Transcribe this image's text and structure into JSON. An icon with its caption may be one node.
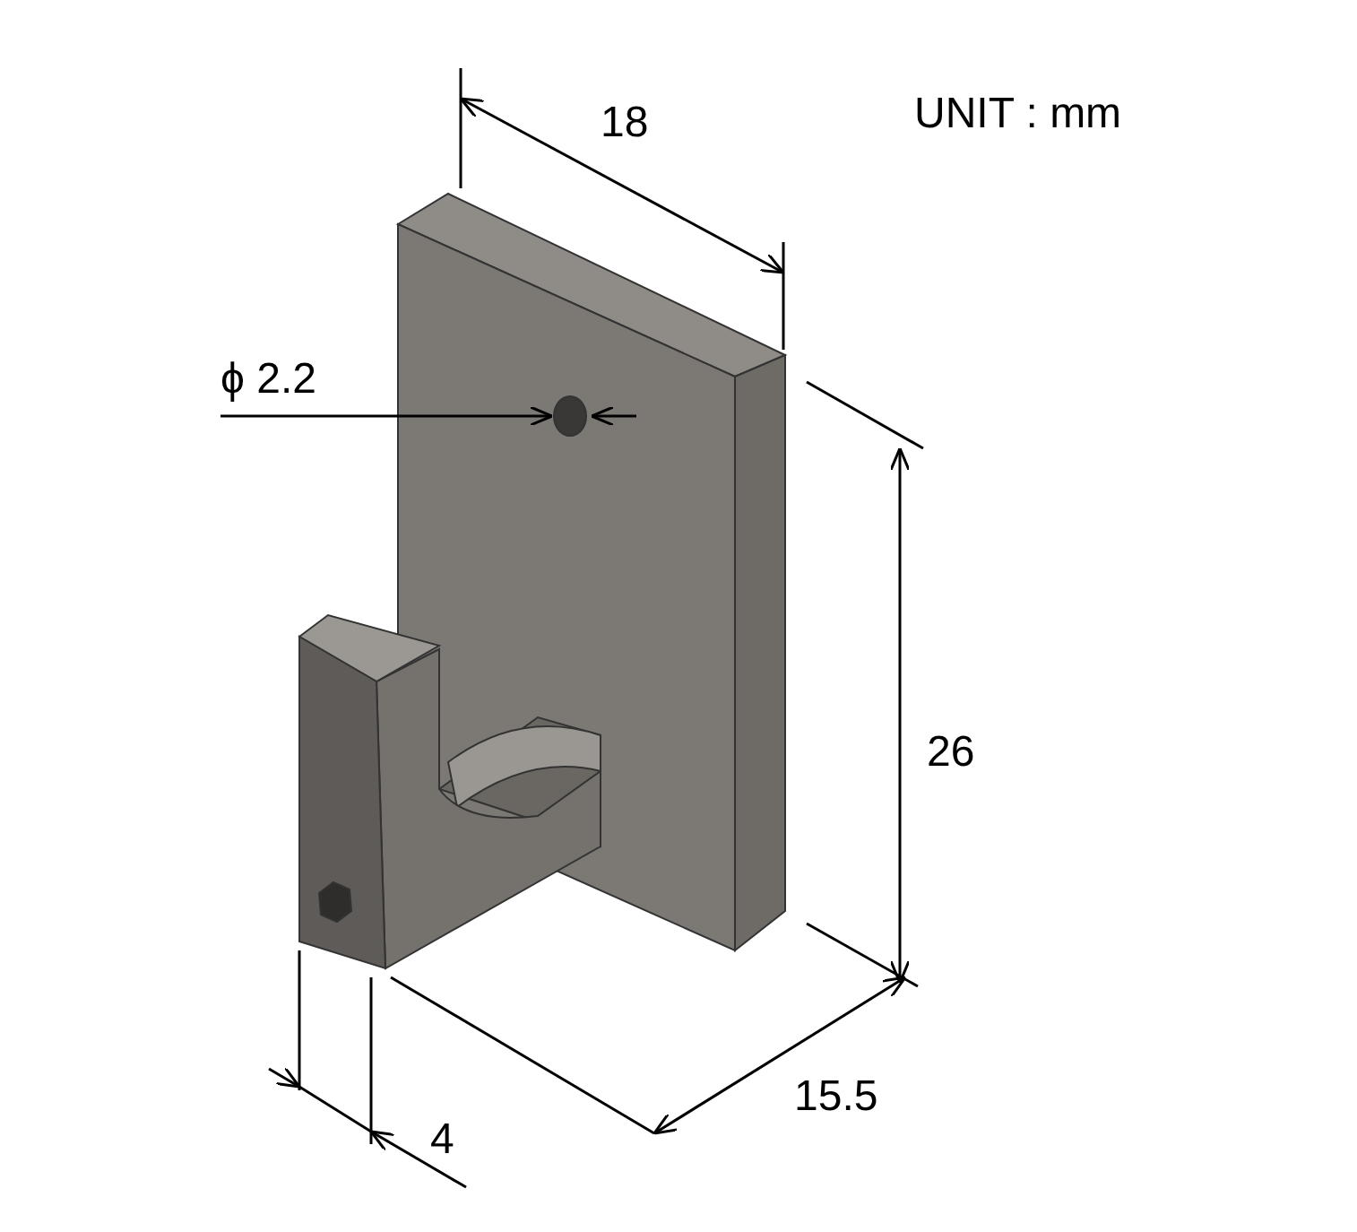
{
  "diagram": {
    "labels": [
      "UNIT : mm",
      "18",
      "ϕ 2.2",
      "26",
      "15.5",
      "4"
    ]
  }
}
